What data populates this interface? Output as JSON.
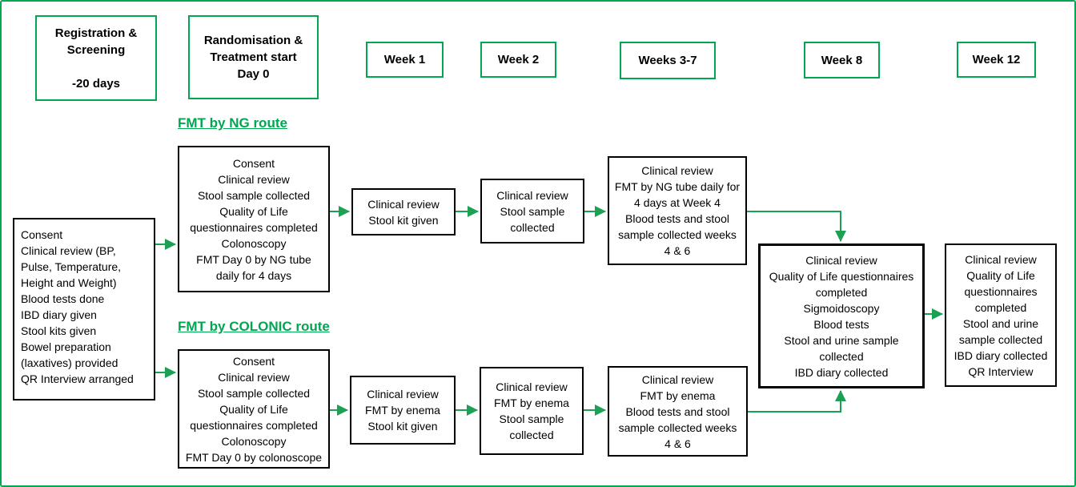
{
  "colors": {
    "green": "#00A650",
    "arrow_green": "#1CA053",
    "box_border": "#000000",
    "background": "#FFFFFF"
  },
  "timeline_headers": [
    {
      "id": "registration",
      "label": "Registration &\nScreening\n\n-20 days"
    },
    {
      "id": "randomisation",
      "label": "Randomisation &\nTreatment start\nDay 0"
    },
    {
      "id": "week1",
      "label": "Week 1"
    },
    {
      "id": "week2",
      "label": "Week 2"
    },
    {
      "id": "weeks3_7",
      "label": "Weeks 3-7"
    },
    {
      "id": "week8",
      "label": "Week 8"
    },
    {
      "id": "week12",
      "label": "Week 12"
    }
  ],
  "route_headings": {
    "ng": "FMT by NG route",
    "colonic": "FMT by COLONIC route"
  },
  "boxes": {
    "registration_activities": "Consent\nClinical review (BP,\nPulse, Temperature,\nHeight and Weight)\nBlood tests done\nIBD diary given\nStool kits given\nBowel preparation\n(laxatives) provided\nQR Interview arranged",
    "ng_day0": "Consent\nClinical review\nStool sample collected\nQuality of Life\nquestionnaires completed\nColonoscopy\nFMT Day 0 by NG tube\ndaily for 4 days",
    "ng_week1": "Clinical review\nStool kit given",
    "ng_week2": "Clinical review\nStool sample\ncollected",
    "ng_weeks3_7": "Clinical review\nFMT by NG tube daily for\n4 days at Week 4\nBlood tests and stool\nsample collected weeks\n4 & 6",
    "colonic_day0": "Consent\nClinical review\nStool sample collected\nQuality of Life\nquestionnaires completed\nColonoscopy\nFMT Day 0 by colonoscope",
    "colonic_week1": "Clinical review\nFMT by enema\nStool kit given",
    "colonic_week2": "Clinical review\nFMT by enema\nStool sample\ncollected",
    "colonic_weeks3_7": "Clinical review\nFMT by enema\nBlood tests and stool\nsample collected weeks\n4 & 6",
    "week8": "Clinical review\nQuality of Life questionnaires\ncompleted\nSigmoidoscopy\nBlood tests\nStool and urine sample\ncollected\nIBD diary collected",
    "week12": "Clinical review\nQuality of Life\nquestionnaires\ncompleted\nStool and urine\nsample collected\nIBD diary collected\nQR Interview"
  }
}
